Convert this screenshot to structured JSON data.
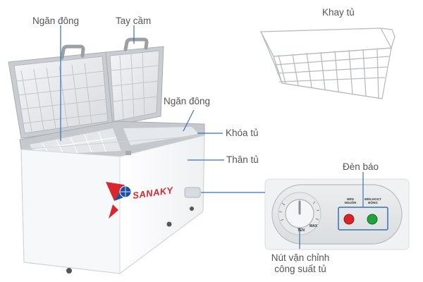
{
  "labels": {
    "freezer_left": "Ngăn đông",
    "handle": "Tay cầm",
    "tray": "Khay tủ",
    "freezer_right": "Ngăn đông",
    "lock": "Khóa tủ",
    "body": "Thân tủ",
    "indicator": "Đèn báo",
    "knob_line1": "Nút vặn chỉnh",
    "knob_line2": "công suất tủ"
  },
  "brand": {
    "name": "SANAKY"
  },
  "control_panel": {
    "knob_max": "MAX",
    "knob_ten": "TEN",
    "light_power": "ĐÈN NGUỒN",
    "light_running": "ĐÈN HOẠT ĐỘNG"
  },
  "colors": {
    "leader_line": "#3a6fb5",
    "label_text": "#555555",
    "cabinet_body": "#ffffff",
    "cabinet_trim": "#b9bcc0",
    "brand_red": "#d8262e",
    "brand_blue": "#1e4fa3",
    "light_red": "#d9232a",
    "light_green": "#1fa33a"
  }
}
